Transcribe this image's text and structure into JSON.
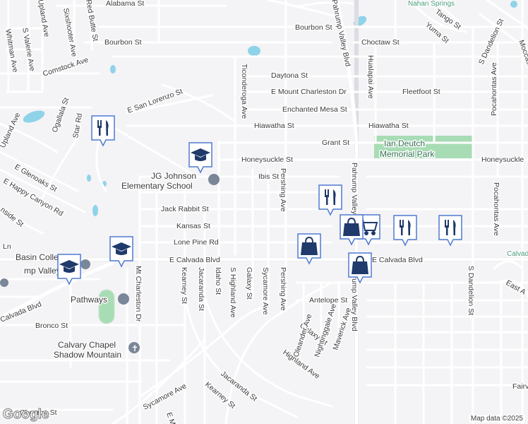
{
  "map": {
    "attribution": "Map data ©2025",
    "logo": "Google",
    "streets": {
      "alabama": "Alabama St",
      "bourbon_top": "Bourbon St",
      "bourbon_left": "Bourbon St",
      "choctaw": "Choctaw St",
      "comstock": "Comstock Ave",
      "daytona": "Daytona St",
      "mount_charleston_dr": "E Mount Charleston Dr",
      "fleetfoot": "Fleetfoot St",
      "enchanted_mesa": "Enchanted Mesa St",
      "hiawatha_left": "Hiawatha St",
      "hiawatha_right": "Hiawatha St",
      "grant": "Grant St",
      "honeysuckle": "Honeysuckle St",
      "honeysuckle_right": "Honeysuckle",
      "ibis": "Ibis St",
      "jack_rabbit": "Jack Rabbit St",
      "kansas": "Kansas St",
      "lone_pine": "Lone Pine Rd",
      "calvada_blvd": "E Calvada Blvd",
      "calvada_blvd_right": "E Calvada Blvd",
      "calvada_left": "Calvada Blvd",
      "calvada_far_right": "Calvada",
      "antelope": "Antelope St",
      "bronco": "Bronco St",
      "chevron": "Chevron St",
      "sycamore_ave_lower": "Sycamore Ave",
      "sycamore_ave": "Sycamore Ave",
      "kearney_st": "Kearney St",
      "kearney_st_lower": "Kearney St",
      "jacaranda_st": "Jacaranda St",
      "jacaranda_st_lower": "Jacaranda St",
      "idaho": "Idaho St",
      "s_highland": "S Highland Ave",
      "highland_lower": "Highland Ave",
      "galaxy": "Galaxy St",
      "galaxy_lower": "Galaxy St",
      "pershing_upper": "Pershing Ave",
      "pershing_lower": "Pershing Ave",
      "pahrump_valley_top": "Pahrump Valley Blvd",
      "pahrump_valley_mid": "Pahrump Valley Blvd",
      "pahrump_valley_low": "Pahrump Valley Blvd",
      "ticonderoga": "Ticonderoga Ave",
      "mt_charleston_dr": "Mt Charleston Dr",
      "hualapai": "Hualapai Ave",
      "pocahontas_upper": "Pocahontas Ave",
      "pocahontas_lower": "Pocahontas Ave",
      "s_dandelion": "S Dandelion St",
      "s_dandelion_lower": "S Dandelion St",
      "moccasin": "Moccasin Av",
      "tango": "Tango St",
      "yuma": "Yuma St",
      "oleander": "Oleander Ave",
      "nightingale": "Nightinggale Ave",
      "maverick": "Maverick Ave",
      "whitman": "Whitman Ave",
      "s_valerie": "S Valerie Ave",
      "upland_top": "Upland Ave",
      "upland": "Upland Ave",
      "sixshooter": "Sixshooter Ave",
      "red_butte": "Red Butte St",
      "ogallala": "Ogallala St",
      "star_rd": "Star Rd",
      "san_lorenzo": "E San Lorenzo St",
      "glenoaks": "E Glenoaks St",
      "happy_canyon": "E Happy Canyon Rd",
      "nside": "nside St",
      "ln": "Ln",
      "e_m": "E M",
      "east_a": "East A",
      "fairv": "Fairv"
    },
    "places": {
      "school_line1": "JG Johnson",
      "school_line2": "Elementary School",
      "park_line1": "Ian Deutch",
      "park_line2": "Memorial Park",
      "college_line1": "Basin Colle",
      "college_line2": "mp Valley Ce",
      "pathways": "Pathways",
      "calvary_line1": "Calvary Chapel",
      "calvary_line2": "Shadow Mountain",
      "nahan_springs": "Nahan Springs"
    },
    "markers": [
      {
        "type": "restaurant",
        "icon": "fork-knife-icon"
      },
      {
        "type": "school",
        "icon": "graduation-cap-icon"
      },
      {
        "type": "school",
        "icon": "graduation-cap-icon"
      },
      {
        "type": "school",
        "icon": "graduation-cap-icon"
      },
      {
        "type": "shopping",
        "icon": "shopping-bag-icon"
      },
      {
        "type": "restaurant",
        "icon": "fork-knife-icon"
      },
      {
        "type": "shopping",
        "icon": "shopping-bag-icon"
      },
      {
        "type": "grocery",
        "icon": "shopping-cart-icon"
      },
      {
        "type": "shopping",
        "icon": "shopping-bag-icon"
      },
      {
        "type": "restaurant",
        "icon": "fork-knife-icon"
      },
      {
        "type": "restaurant",
        "icon": "fork-knife-icon"
      }
    ],
    "colors": {
      "background": "#f4f3f6",
      "road": "#ffffff",
      "road_edge": "#d8dae0",
      "park": "#a8dcb5",
      "water": "#8fd3e8",
      "marker_bg": "#ffffff",
      "marker_border": "#4e7bd1",
      "marker_icon": "#1f3a6b"
    }
  }
}
